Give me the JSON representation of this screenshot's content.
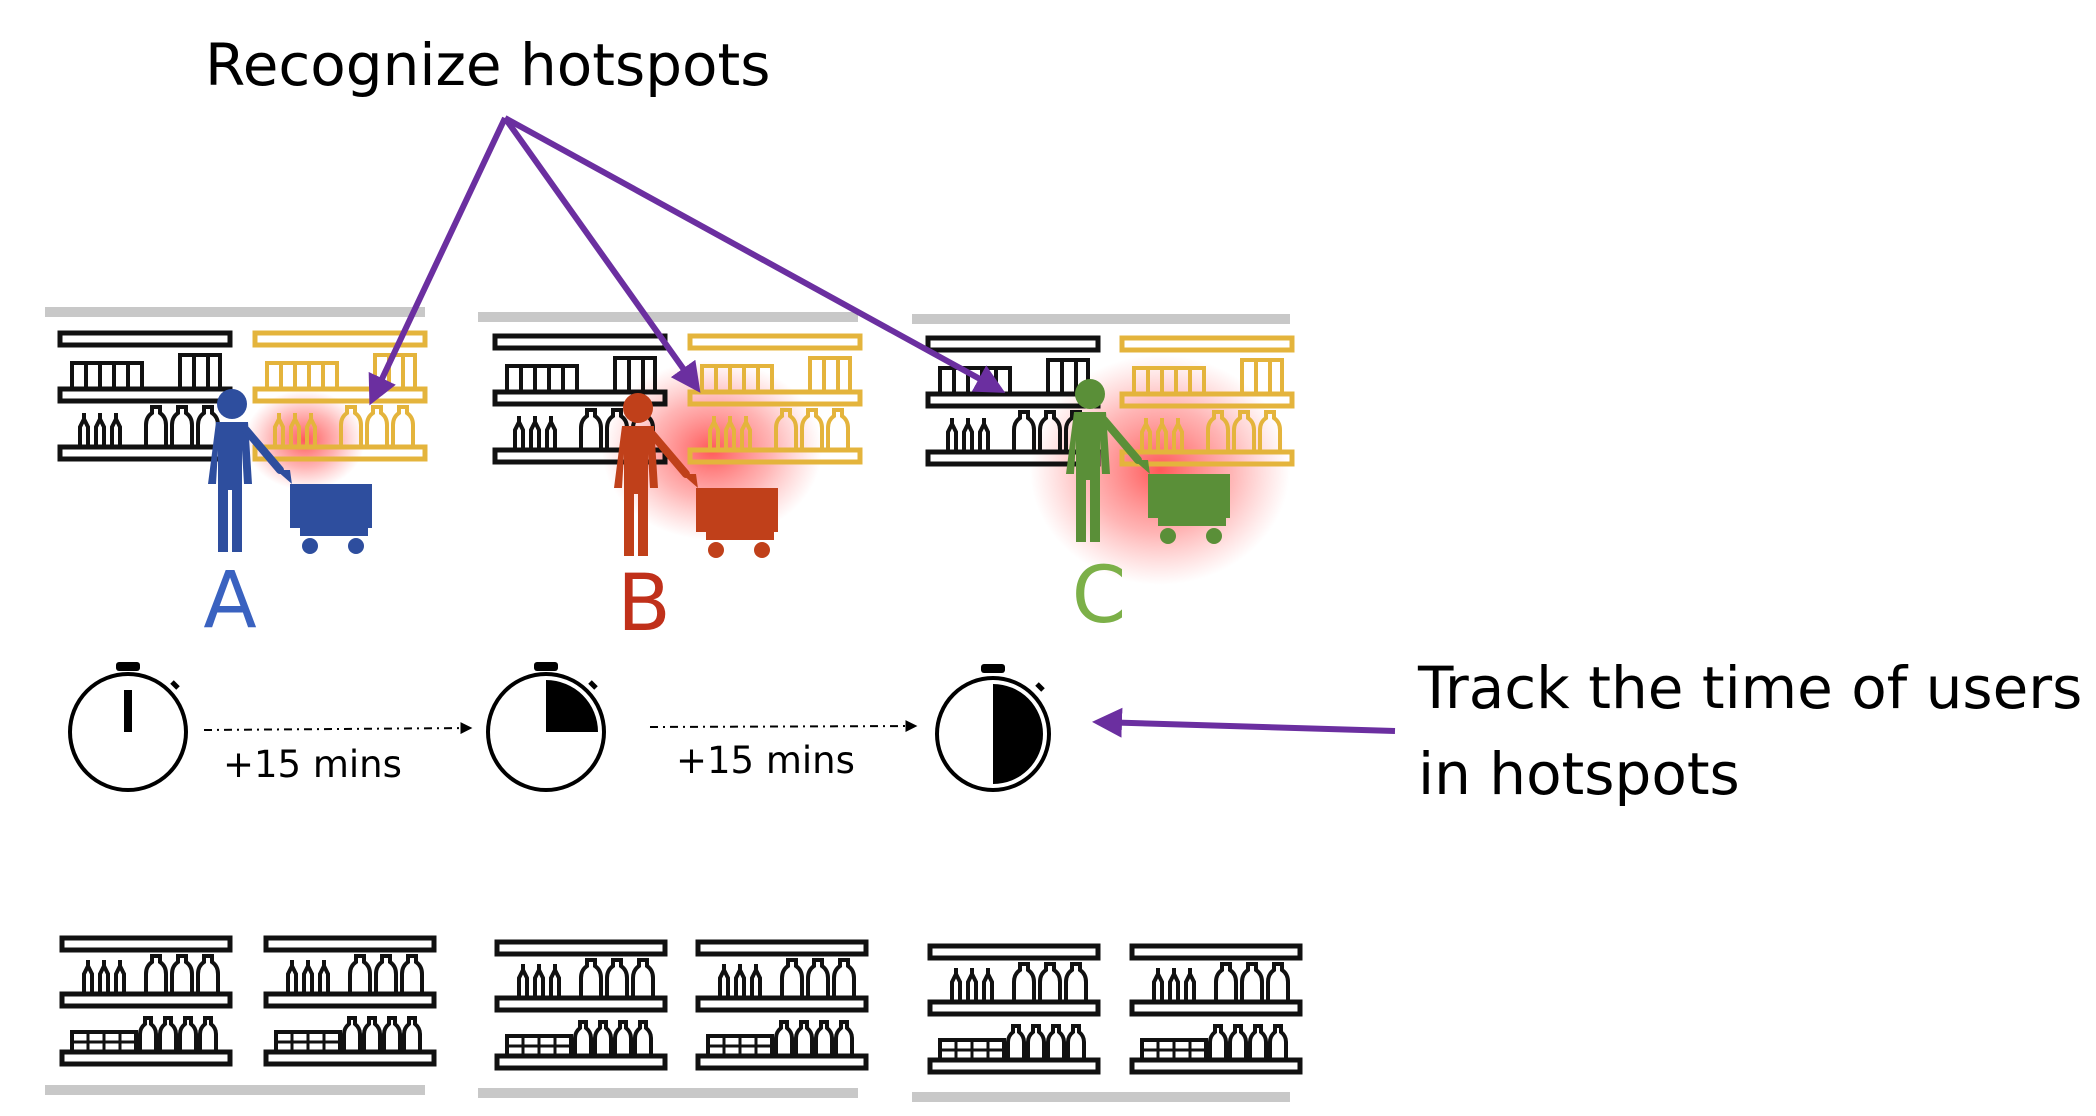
{
  "annotations": {
    "recognize_hotspots": "Recognize hotspots",
    "track_time_line1": "Track the time of users",
    "track_time_line2": "in hotspots"
  },
  "shoppers": [
    {
      "label": "A",
      "color": "#2e4e9e"
    },
    {
      "label": "B",
      "color": "#c0401a"
    },
    {
      "label": "C",
      "color": "#5a8f38"
    }
  ],
  "timers": [
    {
      "filled_fraction": 0.0
    },
    {
      "filled_fraction": 0.25
    },
    {
      "filled_fraction": 0.5
    }
  ],
  "intervals": [
    "+15 mins",
    "+15 mins"
  ],
  "colors": {
    "arrow": "#6b2fa0",
    "hotspot_shelf": "#e4b43c",
    "heat": "#ff3b3b",
    "shelf": "#111111",
    "aisle_bar": "#c8c8c8"
  }
}
